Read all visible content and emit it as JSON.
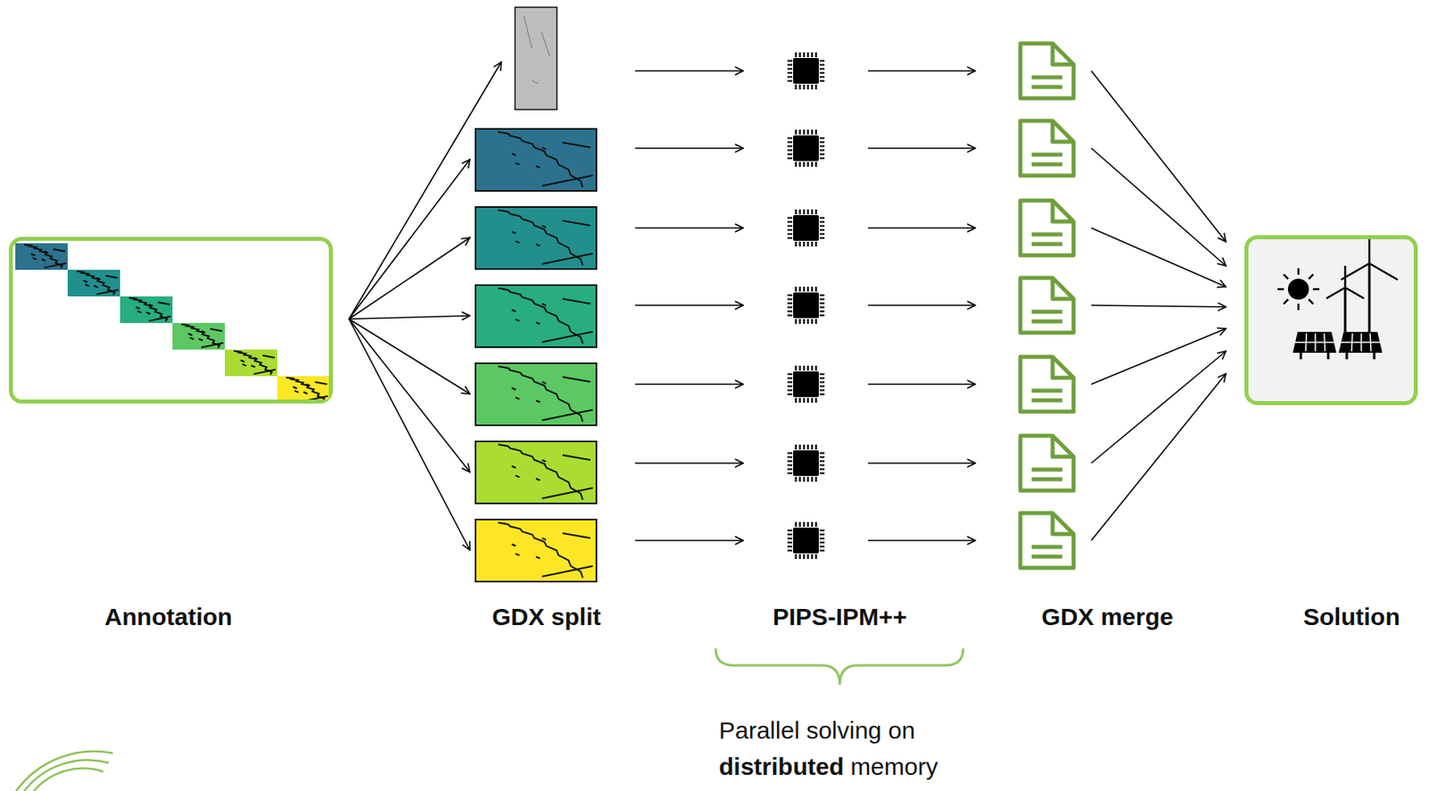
{
  "diagram": {
    "nodes": [
      {
        "text": [
          "Annotation"
        ]
      },
      {
        "text": [
          "Solution"
        ]
      }
    ],
    "labels": [
      "GDX split",
      "PIPS-IPM++",
      "GDX merge",
      "Parallel solving on distributed memory"
    ]
  }
}
